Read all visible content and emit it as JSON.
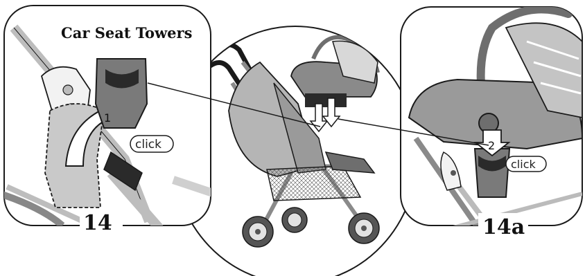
{
  "panel_left": {
    "title": "Car Seat Towers",
    "step_number": "1",
    "click_label": "click",
    "figure_label": "14"
  },
  "panel_right": {
    "step_number": "2",
    "click_label": "click",
    "figure_label": "14a"
  },
  "colors": {
    "outline": "#1a1a1a",
    "gray_dark": "#6e6e6e",
    "gray_mid": "#9a9a9a",
    "gray_light": "#c9c9c9",
    "tower": "#7a7a7a"
  }
}
